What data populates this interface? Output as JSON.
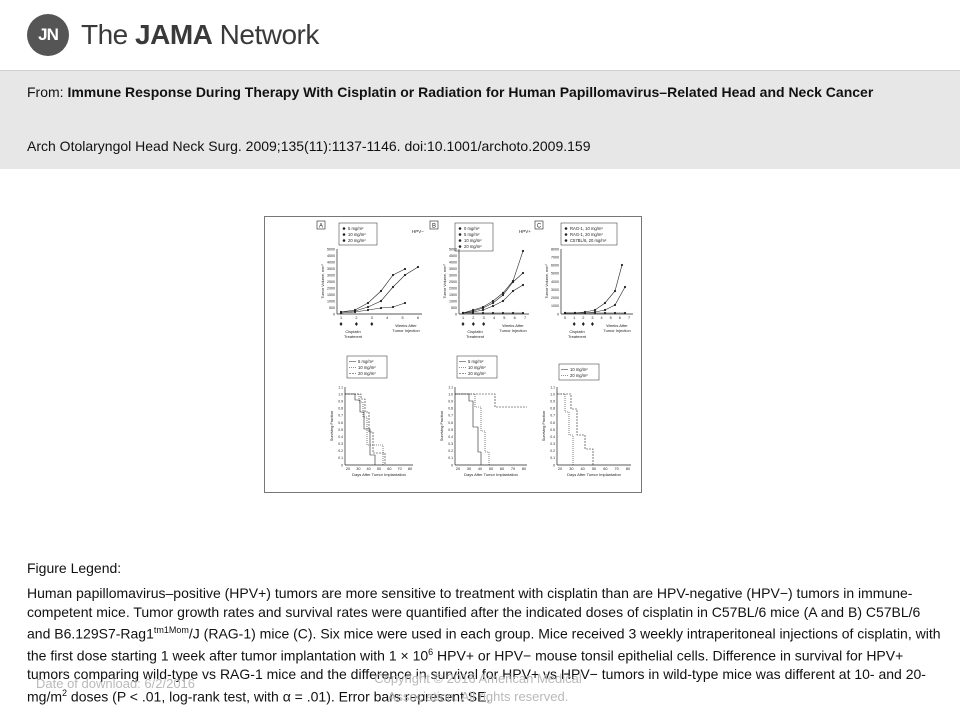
{
  "header": {
    "logo_mark": "JN",
    "logo_pre": "The ",
    "logo_bold": "JAMA",
    "logo_post": " Network"
  },
  "citation": {
    "from_label": "From: ",
    "title": "Immune Response During Therapy With Cisplatin or Radiation for Human Papillomavirus–Related Head and Neck Cancer",
    "reference": "Arch Otolaryngol Head Neck Surg. 2009;135(11):1137-1146. doi:10.1001/archoto.2009.159"
  },
  "figure": {
    "panels": [
      {
        "label": "A",
        "tag": "HPV−",
        "legend": [
          "5 mg/m²",
          "10 mg/m²",
          "20 mg/m²"
        ],
        "y_ticks": [
          "5000",
          "4500",
          "4000",
          "3500",
          "3000",
          "2500",
          "2000",
          "1500",
          "1000",
          "500",
          "0"
        ],
        "x_ticks": [
          "1",
          "2",
          "3",
          "4",
          "5",
          "6"
        ],
        "ylabel": "Tumor Volume, mm³"
      },
      {
        "label": "B",
        "tag": "HPV+",
        "legend": [
          "0 mg/m²",
          "5 mg/m²",
          "10 mg/m²",
          "20 mg/m²"
        ],
        "y_ticks": [
          "5000",
          "4500",
          "4000",
          "3500",
          "3000",
          "2500",
          "2000",
          "1500",
          "1000",
          "500",
          "0"
        ],
        "x_ticks": [
          "1",
          "2",
          "3",
          "4",
          "5",
          "6",
          "7"
        ],
        "ylabel": "Tumor Volume, mm³"
      },
      {
        "label": "C",
        "tag": "",
        "legend": [
          "RAG-1, 10 mg/m²",
          "RAG-1, 20 mg/m²",
          "C57BL/6, 20 mg/m²"
        ],
        "y_ticks": [
          "8000",
          "7000",
          "6000",
          "5000",
          "4000",
          "3000",
          "2000",
          "1000",
          "0"
        ],
        "x_ticks": [
          "0",
          "1",
          "2",
          "3",
          "4",
          "5",
          "6",
          "7"
        ],
        "ylabel": "Tumor Volume, mm³"
      }
    ],
    "axis_cisplatin": "Cisplatin\nTreatment",
    "axis_weeks": "Weeks After\nTumor Injection",
    "survival": [
      {
        "legend": [
          "5 mg/m²",
          "10 mg/m²",
          "20 mg/m²"
        ]
      },
      {
        "legend": [
          "5 mg/m²",
          "10 mg/m²",
          "20 mg/m²"
        ]
      },
      {
        "legend": [
          "10 mg/m²",
          "20 mg/m²"
        ]
      }
    ],
    "survival_y_ticks": [
      "1.1",
      "1.0",
      "0.9",
      "0.8",
      "0.7",
      "0.6",
      "0.5",
      "0.4",
      "0.3",
      "0.2",
      "0.1",
      "0"
    ],
    "survival_x_ticks": [
      "20",
      "30",
      "40",
      "50",
      "60",
      "70",
      "80"
    ],
    "survival_ylabel": "Surviving Fraction",
    "survival_xlabel": "Days After Tumor Implantation"
  },
  "legend": {
    "title": "Figure Legend:",
    "p1": "Human papillomavirus–positive (HPV+) tumors are more sensitive to treatment with cisplatin than are HPV-negative (HPV−) tumors in immune-competent mice. Tumor growth rates and survival rates were quantified after the indicated doses of cisplatin in C57BL/6 mice (A and B) C57BL/6 and B6.129S7-Rag1",
    "sup1": "tm1Mom",
    "p2": "/J (RAG-1) mice (C). Six mice were used in each group. Mice received 3 weekly intraperitoneal injections of cisplatin, with the first dose starting 1 week after tumor implantation with 1 × 10",
    "sup2": "6",
    "p3": " HPV+ or HPV− mouse tonsil epithelial cells. Difference in survival for HPV+ tumors comparing wild-type vs RAG-1 mice and the difference in survival for HPV+ vs HPV− tumors in wild-type mice was different at 10- and 20-mg/m",
    "sup3": "2",
    "p4": " doses (P < .01, log-rank test, with α = .01). Error bars represent SE."
  },
  "footer": {
    "date": "Date of download:  6/2/2016",
    "copyright": "Copyright © 2016 American Medical Association. All rights reserved."
  }
}
